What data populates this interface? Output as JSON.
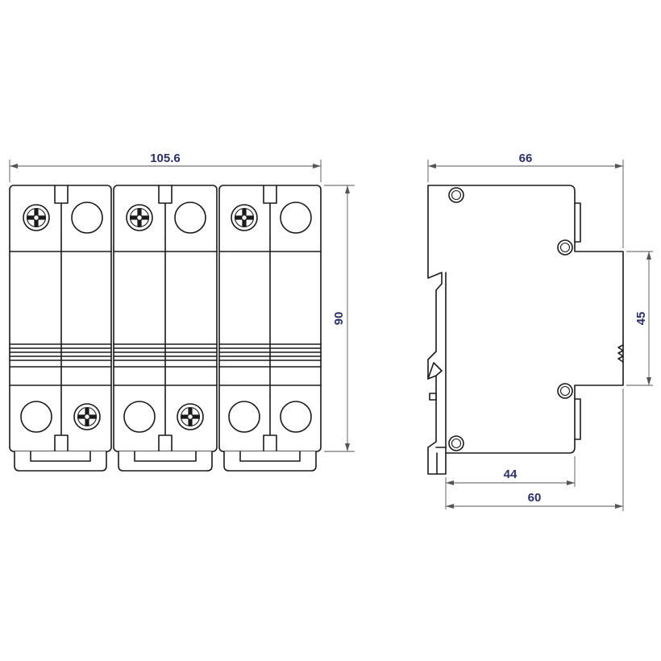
{
  "dimensions": {
    "front_width": "105.6",
    "front_height": "90",
    "side_width": "66",
    "side_rail_height": "45",
    "side_depth_inner": "44",
    "side_depth_outer": "60"
  },
  "colors": {
    "line": "#1a1a1a",
    "dimension_line": "#555555",
    "dimension_text": "#2b2f66",
    "background": "#ffffff"
  },
  "icons": {
    "terminal_screw": "cross-screw-icon",
    "terminal_hole": "round-terminal-icon",
    "mounting_rivet": "rivet-icon"
  }
}
